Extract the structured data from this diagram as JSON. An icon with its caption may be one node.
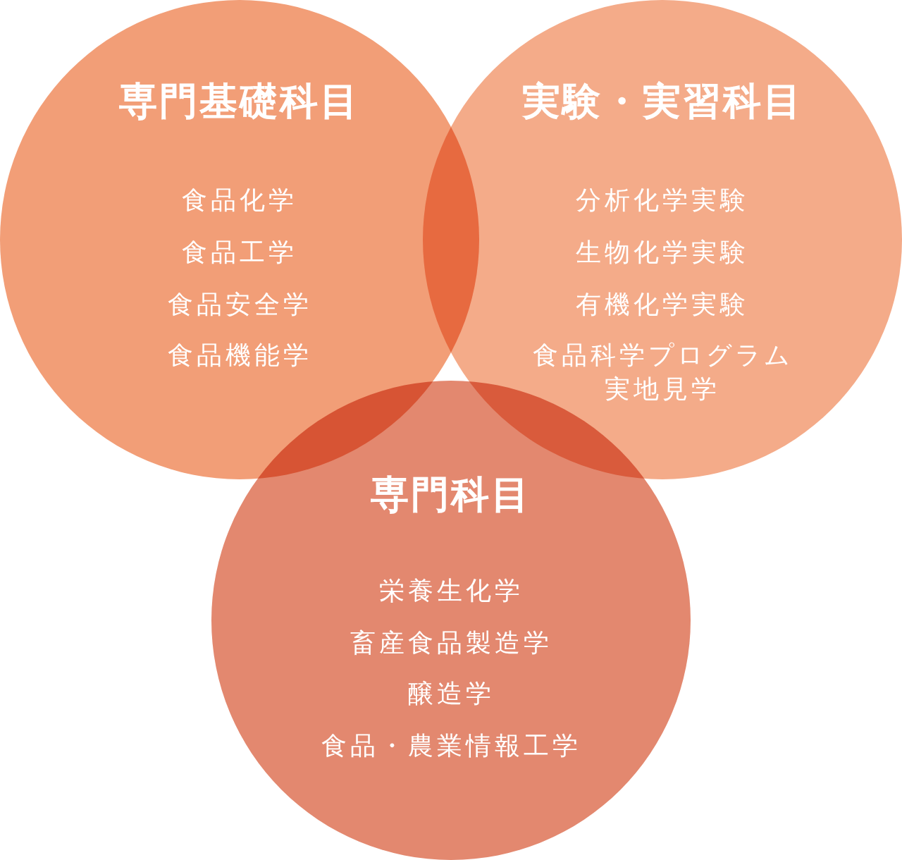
{
  "diagram": {
    "nodes": [
      {
        "text": [
          "専門基礎科目",
          "食品化学",
          "食品工学",
          "食品安全学",
          "食品機能学"
        ]
      },
      {
        "text": [
          "実験・実習科目",
          "分析化学実験",
          "生物化学実験",
          "有機化学実験",
          "食品科学プログラム実地見学"
        ]
      },
      {
        "text": [
          "専門科目",
          "栄養生化学",
          "畜産食品製造学",
          "醸造学",
          "食品・農業情報工学"
        ]
      }
    ]
  }
}
